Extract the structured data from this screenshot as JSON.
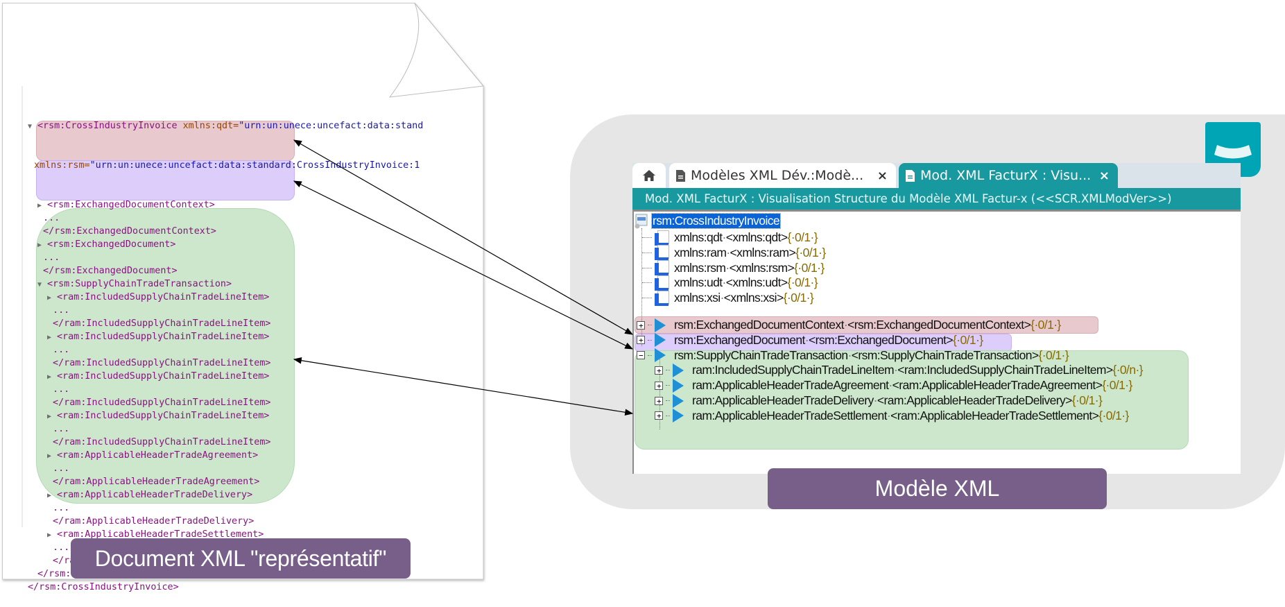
{
  "document_panel": {
    "caption": "Document XML \"représentatif\"",
    "root_open": {
      "tag": "<rsm:CrossIndustryInvoice",
      "attr1_name": " xmlns:qdt=",
      "attr1_value": "\"urn:un:unece:uncefact:data:stand",
      "attr2_name": "xmlns:rsm=",
      "attr2_value": "\"urn:un:unece:uncefact:data:standard:CrossIndustryInvoice:1"
    },
    "lines": [
      {
        "indent": 1,
        "toggle": "collapsed",
        "text": "<rsm:ExchangedDocumentContext>"
      },
      {
        "indent": 1,
        "toggle": "",
        "text": " ..."
      },
      {
        "indent": 1,
        "toggle": "",
        "text": " </rsm:ExchangedDocumentContext>"
      },
      {
        "indent": 1,
        "toggle": "collapsed",
        "text": "<rsm:ExchangedDocument>"
      },
      {
        "indent": 1,
        "toggle": "",
        "text": " ..."
      },
      {
        "indent": 1,
        "toggle": "",
        "text": " </rsm:ExchangedDocument>"
      },
      {
        "indent": 1,
        "toggle": "expanded",
        "text": "<rsm:SupplyChainTradeTransaction>"
      },
      {
        "indent": 2,
        "toggle": "collapsed",
        "text": "<ram:IncludedSupplyChainTradeLineItem>"
      },
      {
        "indent": 2,
        "toggle": "",
        "text": " ..."
      },
      {
        "indent": 2,
        "toggle": "",
        "text": " </ram:IncludedSupplyChainTradeLineItem>"
      },
      {
        "indent": 2,
        "toggle": "collapsed",
        "text": "<ram:IncludedSupplyChainTradeLineItem>"
      },
      {
        "indent": 2,
        "toggle": "",
        "text": " ..."
      },
      {
        "indent": 2,
        "toggle": "",
        "text": " </ram:IncludedSupplyChainTradeLineItem>"
      },
      {
        "indent": 2,
        "toggle": "collapsed",
        "text": "<ram:IncludedSupplyChainTradeLineItem>"
      },
      {
        "indent": 2,
        "toggle": "",
        "text": " ..."
      },
      {
        "indent": 2,
        "toggle": "",
        "text": " </ram:IncludedSupplyChainTradeLineItem>"
      },
      {
        "indent": 2,
        "toggle": "collapsed",
        "text": "<ram:IncludedSupplyChainTradeLineItem>"
      },
      {
        "indent": 2,
        "toggle": "",
        "text": " ..."
      },
      {
        "indent": 2,
        "toggle": "",
        "text": " </ram:IncludedSupplyChainTradeLineItem>"
      },
      {
        "indent": 2,
        "toggle": "collapsed",
        "text": "<ram:ApplicableHeaderTradeAgreement>"
      },
      {
        "indent": 2,
        "toggle": "",
        "text": " ..."
      },
      {
        "indent": 2,
        "toggle": "",
        "text": " </ram:ApplicableHeaderTradeAgreement>"
      },
      {
        "indent": 2,
        "toggle": "collapsed",
        "text": "<ram:ApplicableHeaderTradeDelivery>"
      },
      {
        "indent": 2,
        "toggle": "",
        "text": " ..."
      },
      {
        "indent": 2,
        "toggle": "",
        "text": " </ram:ApplicableHeaderTradeDelivery>"
      },
      {
        "indent": 2,
        "toggle": "collapsed",
        "text": "<ram:ApplicableHeaderTradeSettlement>"
      },
      {
        "indent": 2,
        "toggle": "",
        "text": " ..."
      },
      {
        "indent": 2,
        "toggle": "",
        "text": " </ram:ApplicableHeaderTradeSettlement>"
      },
      {
        "indent": 1,
        "toggle": "",
        "text": "</rsm:SupplyChainTradeTransaction>"
      },
      {
        "indent": 0,
        "toggle": "",
        "text": "</rsm:CrossIndustryInvoice>"
      }
    ]
  },
  "model_panel": {
    "caption": "Modèle XML",
    "tabs": [
      {
        "icon": "home-icon",
        "label": ""
      },
      {
        "icon": "document-icon",
        "label": "Modèles XML  Dév.:Modè...",
        "close": "×"
      },
      {
        "icon": "document-icon",
        "label": "Mod. XML FacturX : Visu...",
        "close": "×",
        "active": true
      }
    ],
    "window_title": "Mod. XML FacturX : Visualisation Structure du Modèle XML Factur-x (<<SCR.XMLModVer>>)",
    "tree": {
      "root": "rsm:CrossIndustryInvoice",
      "attributes": [
        {
          "name": "xmlns:qdt",
          "type": "<xmlns:qdt>",
          "card": "{·0/1·}"
        },
        {
          "name": "xmlns:ram",
          "type": "<xmlns:ram>",
          "card": "{·0/1·}"
        },
        {
          "name": "xmlns:rsm",
          "type": "<xmlns:rsm>",
          "card": "{·0/1·}"
        },
        {
          "name": "xmlns:udt",
          "type": "<xmlns:udt>",
          "card": "{·0/1·}"
        },
        {
          "name": "xmlns:xsi",
          "type": "<xmlns:xsi>",
          "card": "{·0/1·}"
        }
      ],
      "elements": [
        {
          "expander": "+",
          "name": "rsm:ExchangedDocumentContext",
          "type": "<rsm:ExchangedDocumentContext>",
          "card": "{·0/1·}"
        },
        {
          "expander": "+",
          "name": "rsm:ExchangedDocument",
          "type": "<rsm:ExchangedDocument>",
          "card": "{·0/1·}"
        },
        {
          "expander": "−",
          "name": "rsm:SupplyChainTradeTransaction",
          "type": "<rsm:SupplyChainTradeTransaction>",
          "card": "{·0/1·}"
        }
      ],
      "children": [
        {
          "expander": "+",
          "name": "ram:IncludedSupplyChainTradeLineItem",
          "type": "<ram:IncludedSupplyChainTradeLineItem>",
          "card": "{·0/n·}"
        },
        {
          "expander": "+",
          "name": "ram:ApplicableHeaderTradeAgreement",
          "type": "<ram:ApplicableHeaderTradeAgreement>",
          "card": "{·0/1·}"
        },
        {
          "expander": "+",
          "name": "ram:ApplicableHeaderTradeDelivery",
          "type": "<ram:ApplicableHeaderTradeDelivery>",
          "card": "{·0/1·}"
        },
        {
          "expander": "+",
          "name": "ram:ApplicableHeaderTradeSettlement",
          "type": "<ram:ApplicableHeaderTradeSettlement>",
          "card": "{·0/1·}"
        }
      ]
    }
  },
  "colors": {
    "caption_bg": "#775f89",
    "teal": "#18989f",
    "logo": "#00a5b5",
    "highlight_context": "#e8c9cd",
    "highlight_document": "#dccdfb",
    "highlight_transaction": "#cce7cc"
  },
  "connectors": [
    {
      "from": "tree-row-exchanged-document-context",
      "to": "doc-block-exchanged-document-context"
    },
    {
      "from": "tree-row-exchanged-document",
      "to": "doc-block-exchanged-document"
    },
    {
      "from": "tree-green-region",
      "to": "doc-block-supply-chain-trade-transaction"
    }
  ]
}
